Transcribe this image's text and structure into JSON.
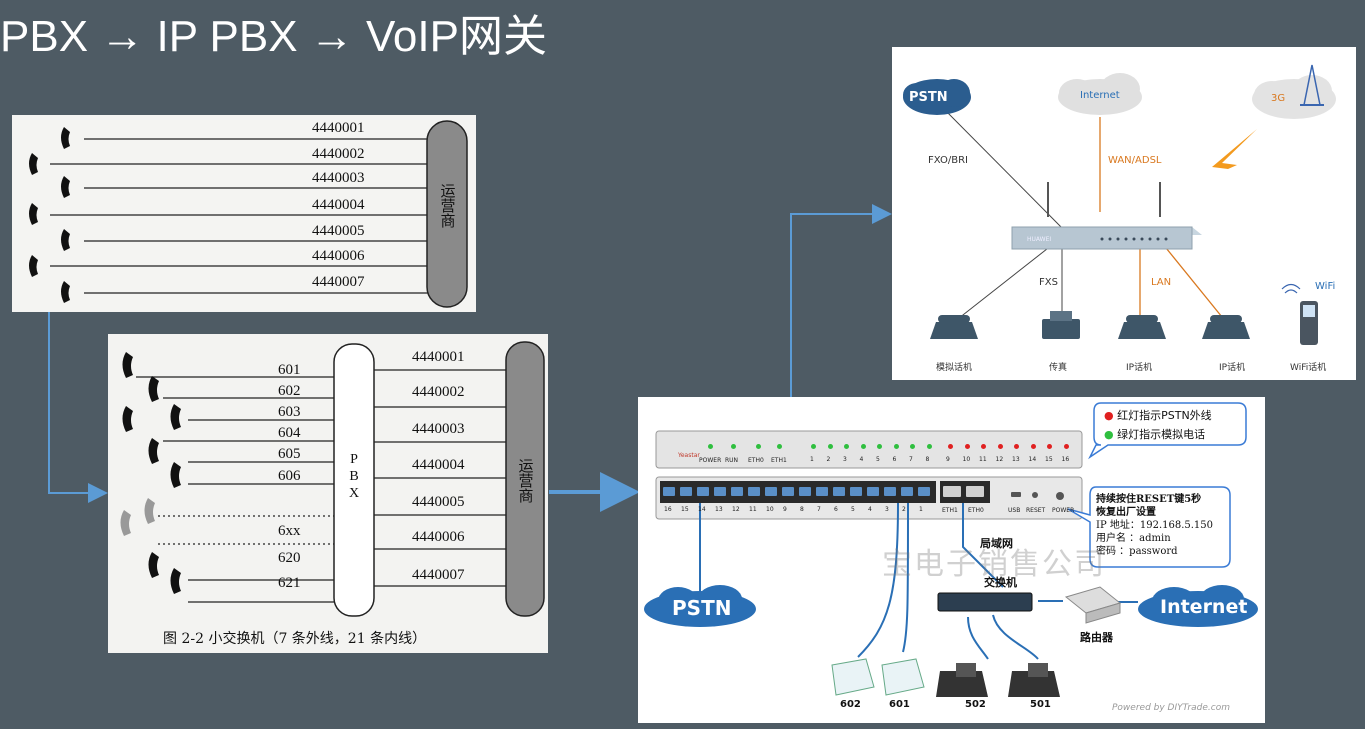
{
  "title": "PBX → IP PBX → VoIP网关",
  "panel_direct": {
    "numbers": [
      "4440001",
      "4440002",
      "4440003",
      "4440004",
      "4440005",
      "4440006",
      "4440007"
    ],
    "carrier": "运营商"
  },
  "panel_pbx": {
    "extensions": [
      "601",
      "602",
      "603",
      "604",
      "605",
      "606",
      "6xx",
      "620",
      "621"
    ],
    "pbx_label": "PBX",
    "numbers": [
      "4440001",
      "4440002",
      "4440003",
      "4440004",
      "4440005",
      "4440006",
      "4440007"
    ],
    "carrier": "运营商",
    "caption": "图 2-2   小交换机（7 条外线，21 条内线）"
  },
  "panel_gateway": {
    "pstn": "PSTN",
    "internet": "Internet",
    "g3": "3G",
    "fxo_bri": "FXO/BRI",
    "wan_adsl": "WAN/ADSL",
    "fxs": "FXS",
    "lan": "LAN",
    "wifi": "WiFi",
    "brand": "HUAWEI",
    "devices": [
      "模拟话机",
      "传真",
      "IP话机",
      "IP话机",
      "WiFi话机"
    ]
  },
  "panel_ippbx": {
    "legend_red": "红灯指示PSTN外线",
    "legend_green": "绿灯指示模拟电话",
    "brand": "Yeastar",
    "front_labels": {
      "power": "POWER",
      "run": "RUN",
      "eth0": "ETH0",
      "eth1": "ETH1"
    },
    "led_green_nums": [
      "1",
      "2",
      "3",
      "4",
      "5",
      "6",
      "7",
      "8"
    ],
    "led_red_nums": [
      "9",
      "10",
      "11",
      "12",
      "13",
      "14",
      "15",
      "16"
    ],
    "port_nums": [
      "16",
      "15",
      "14",
      "13",
      "12",
      "11",
      "10",
      "9",
      "8",
      "7",
      "6",
      "5",
      "4",
      "3",
      "2",
      "1"
    ],
    "right_ports": [
      "ETH1",
      "ETH0",
      "USB",
      "RESET",
      "POWER"
    ],
    "reset_note": [
      "持续按住RESET键5秒",
      "恢复出厂设置",
      "IP 地址：192.168.5.150",
      "用户名 ：admin",
      "密码 ：password"
    ],
    "lan_label": "局域网",
    "switch_label": "交换机",
    "router_label": "路由器",
    "pstn": "PSTN",
    "internet": "Internet",
    "watermark": "宝电子销售公司",
    "phones": [
      "602",
      "601",
      "502",
      "501"
    ],
    "powered_by": "Powered by DIYTrade.com"
  },
  "colors": {
    "background": "#4e5b64",
    "arrow": "#5b9bd5",
    "cloud_blue": "#1f5fa8",
    "orange": "#d9781f",
    "red_led": "#e02020",
    "green_led": "#2fbf3f"
  }
}
